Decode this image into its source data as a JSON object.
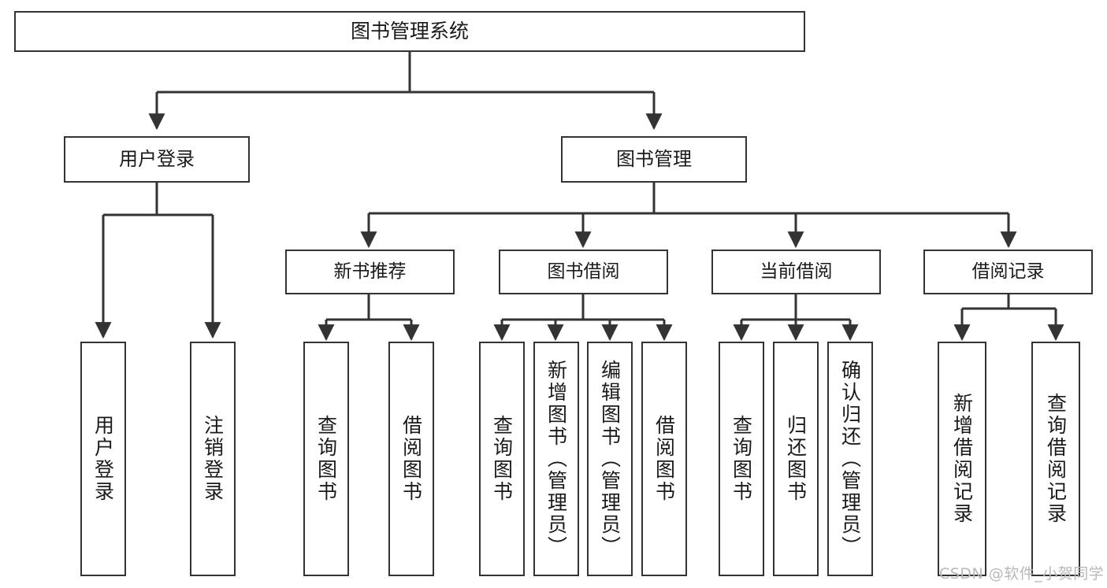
{
  "diagram": {
    "title": "图书管理系统",
    "watermark": "CSDN @软件_小贺同学",
    "colors": {
      "box_border": "#333333",
      "box_fill": "#ffffff",
      "connector": "#333333",
      "text": "#1a1a1a",
      "watermark": "#b8b8b8",
      "background": "#ffffff"
    },
    "root": {
      "label": "图书管理系统"
    },
    "level1": [
      {
        "label": "用户登录"
      },
      {
        "label": "图书管理"
      }
    ],
    "level2": [
      {
        "label": "新书推荐"
      },
      {
        "label": "图书借阅"
      },
      {
        "label": "当前借阅"
      },
      {
        "label": "借阅记录"
      }
    ],
    "leaves": {
      "user_login": [
        {
          "label": "用户登录"
        },
        {
          "label": "注销登录"
        }
      ],
      "new_book_recommend": [
        {
          "label": "查询图书"
        },
        {
          "label": "借阅图书"
        }
      ],
      "book_borrow": [
        {
          "label": "查询图书"
        },
        {
          "label": "新增图书（管理员）"
        },
        {
          "label": "编辑图书（管理员）"
        },
        {
          "label": "借阅图书"
        }
      ],
      "current_borrow": [
        {
          "label": "查询图书"
        },
        {
          "label": "归还图书"
        },
        {
          "label": "确认归还（管理员）"
        }
      ],
      "borrow_record": [
        {
          "label": "新增借阅记录"
        },
        {
          "label": "查询借阅记录"
        }
      ]
    }
  }
}
